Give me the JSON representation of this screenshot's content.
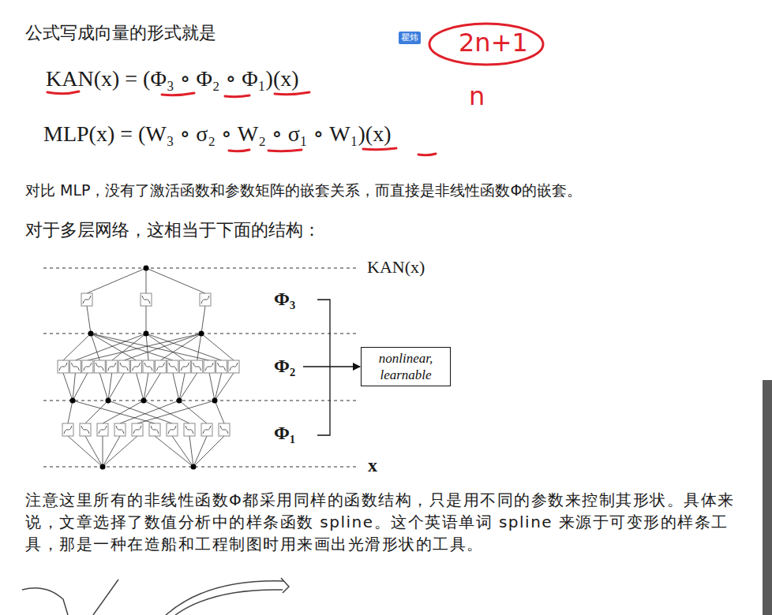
{
  "diagram": {
    "nodes": [
      {
        "text": [
          "nonlinear, learnable"
        ]
      }
    ],
    "labels": [
      "公式写成向量的形式就是",
      "瞿炜",
      "2n+1",
      "n",
      "KAN(x) = (Φ₃ ∘ Φ₂ ∘ Φ₁)(x)",
      "MLP(x) = (W₃ ∘ σ₂ ∘ W₂ ∘ σ₁ ∘ W₁)(x)",
      "对比 MLP，没有了激活函数和参数矩阵的嵌套关系，而直接是非线性函数Φ的嵌套。",
      "对于多层网络，这相当于下面的结构：",
      "KAN(x)",
      "Φ₃",
      "Φ₂",
      "Φ₁",
      "x",
      "注意这里所有的非线性函数Φ都采用同样的函数结构，只是用不同的参数来控制其形状。具体来说，文章选择了数值分析中的样条函数 spline。这个英语单词 spline 来源于可变形的样条工具，那是一种在造船和工程制图时用来画出光滑形状的工具。"
    ]
  }
}
